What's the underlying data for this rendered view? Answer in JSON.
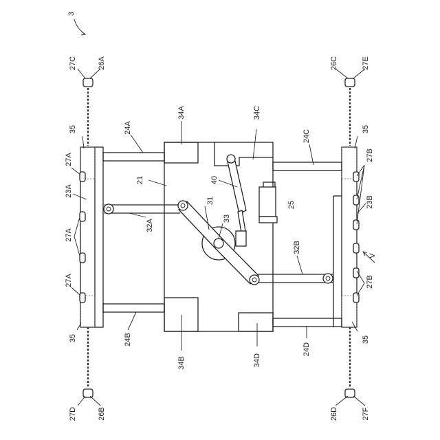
{
  "figure_number": "3",
  "labels": {
    "l_27C": "27C",
    "l_26A": "26A",
    "l_26C": "26C",
    "l_27E": "27E",
    "l_34A": "34A",
    "l_34C": "34C",
    "l_24A": "24A",
    "l_24C": "24C",
    "l_35_tl": "35",
    "l_35_tr": "35",
    "l_35_bl": "35",
    "l_35_br": "35",
    "l_27A_1": "27A",
    "l_27A_2": "27A",
    "l_27A_3": "27A",
    "l_23A": "23A",
    "l_21": "21",
    "l_40": "40",
    "l_25": "25",
    "l_31": "31",
    "l_33": "33",
    "l_32A": "32A",
    "l_32B": "32B",
    "l_27B_1": "27B",
    "l_27B_2": "27B",
    "l_23B": "23B",
    "l_V": "V",
    "l_24B": "24B",
    "l_34B": "34B",
    "l_34D": "34D",
    "l_24D": "24D",
    "l_27D": "27D",
    "l_26B": "26B",
    "l_26D": "26D",
    "l_27F": "27F"
  }
}
